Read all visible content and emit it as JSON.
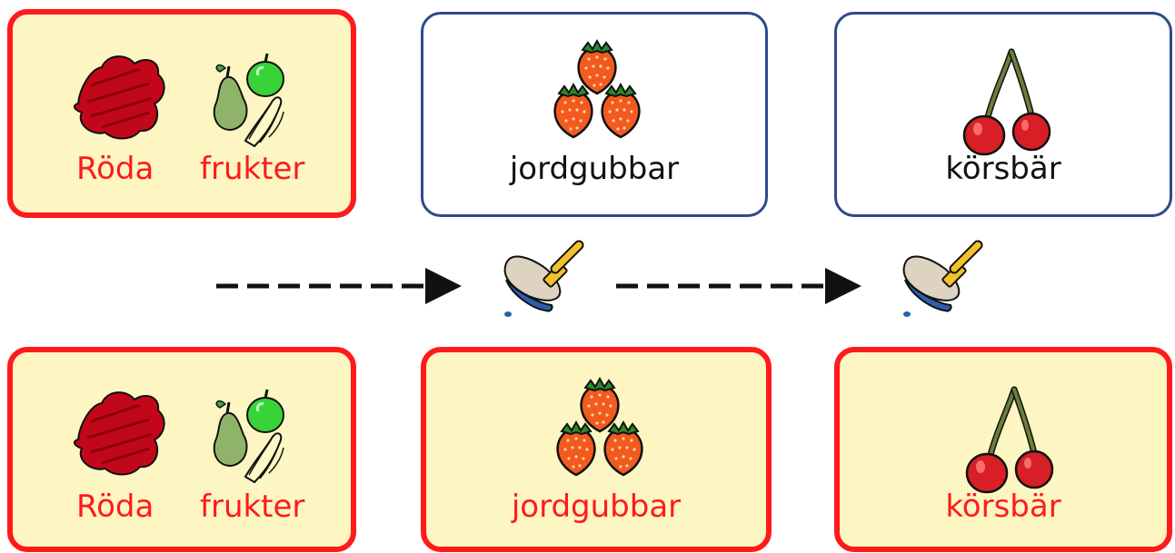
{
  "top_row": {
    "category": {
      "word1": "Röda",
      "word2": "frukter"
    },
    "item1": {
      "label": "jordgubbar"
    },
    "item2": {
      "label": "körsbär"
    }
  },
  "bottom_row": {
    "category": {
      "word1": "Röda",
      "word2": "frukter"
    },
    "item1": {
      "label": "jordgubbar"
    },
    "item2": {
      "label": "körsbär"
    }
  },
  "colors": {
    "category_border": "#ff1a1a",
    "category_fill": "#fdf6c3",
    "plain_border": "#2e4a8c",
    "red_text": "#ff1a1a"
  },
  "icons": [
    "red-color-icon",
    "fruits-icon",
    "strawberries-icon",
    "cherries-icon",
    "paint-brush-icon",
    "dashed-arrow-icon"
  ]
}
